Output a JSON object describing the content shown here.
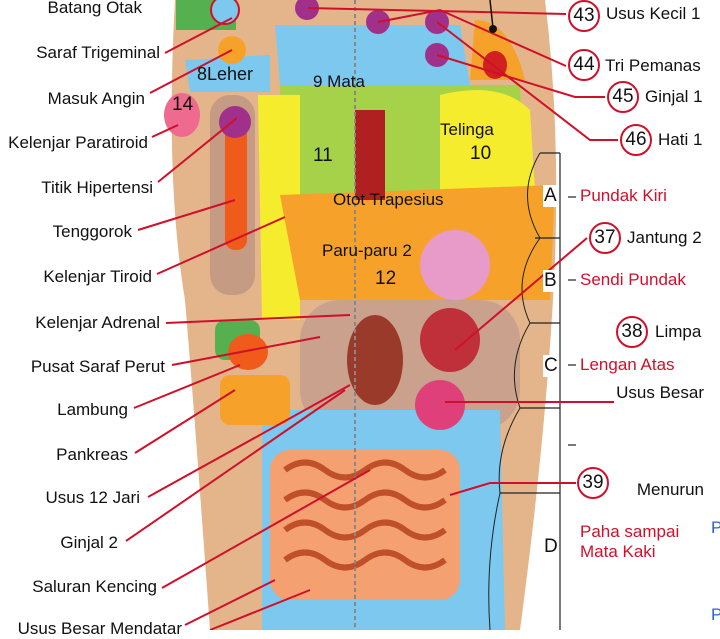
{
  "left_labels": [
    "Batang Otak",
    "Saraf Trigeminal",
    "Masuk Angin",
    "Kelenjar Paratiroid",
    "Titik Hipertensi",
    "Tenggorok",
    "Kelenjar Tiroid",
    "Kelenjar Adrenal",
    "Pusat Saraf Perut",
    "Lambung",
    "Pankreas",
    "Usus 12 Jari",
    "Ginjal 2",
    "Saluran Kencing",
    "Usus Besar Mendatar"
  ],
  "right_points": [
    {
      "num": "43",
      "label": "Usus Kecil 1"
    },
    {
      "num": "44",
      "label": "Tri Pemanas"
    },
    {
      "num": "45",
      "label": "Ginjal 1"
    },
    {
      "num": "46",
      "label": "Hati 1"
    },
    {
      "num": "37",
      "label": "Jantung 2"
    },
    {
      "num": "38",
      "label": "Limpa"
    },
    {
      "num": "39",
      "label": "Usus Besar",
      "label2": "Menurun"
    }
  ],
  "sections": [
    {
      "letter": "A",
      "label": "Pundak Kiri"
    },
    {
      "letter": "B",
      "label": "Sendi Pundak"
    },
    {
      "letter": "C",
      "label": "Lengan Atas"
    },
    {
      "letter": "D",
      "label": "Paha sampai",
      "label2": "Mata Kaki"
    }
  ],
  "zones": {
    "leher": "8Leher",
    "mata": "9 Mata",
    "z14": "14",
    "z11": "11",
    "telinga": "Telinga",
    "z10": "10",
    "trapesius": "Otot Trapesius",
    "paru": "Paru-paru 2",
    "z12": "12"
  },
  "cut_text": [
    "P",
    "P"
  ],
  "colors": {
    "skin": "#e4b58a",
    "blue": "#7cc8ee",
    "green": "#a6d24a",
    "yellow": "#f4ec2c",
    "orange": "#f6a22a",
    "red": "#d0102a"
  }
}
